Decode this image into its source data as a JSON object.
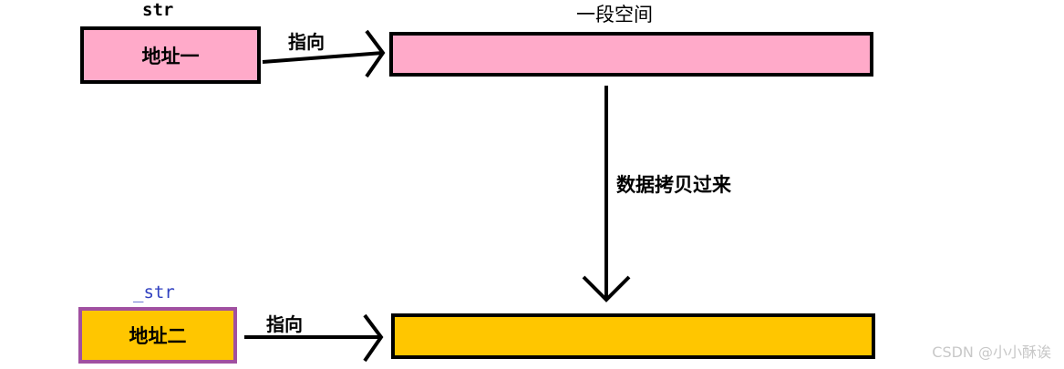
{
  "colors": {
    "pink": "#ffaac9",
    "yellow": "#ffc600",
    "blue_label": "#3040c0",
    "purple_border": "#a050a0"
  },
  "top": {
    "var_name": "str",
    "address_label": "地址一",
    "pointer_label": "指向",
    "space_label": "一段空间"
  },
  "bottom": {
    "var_name": "_str",
    "address_label": "地址二",
    "pointer_label": "指向"
  },
  "copy_label": "数据拷贝过来",
  "watermark": "CSDN @小小酥诶"
}
